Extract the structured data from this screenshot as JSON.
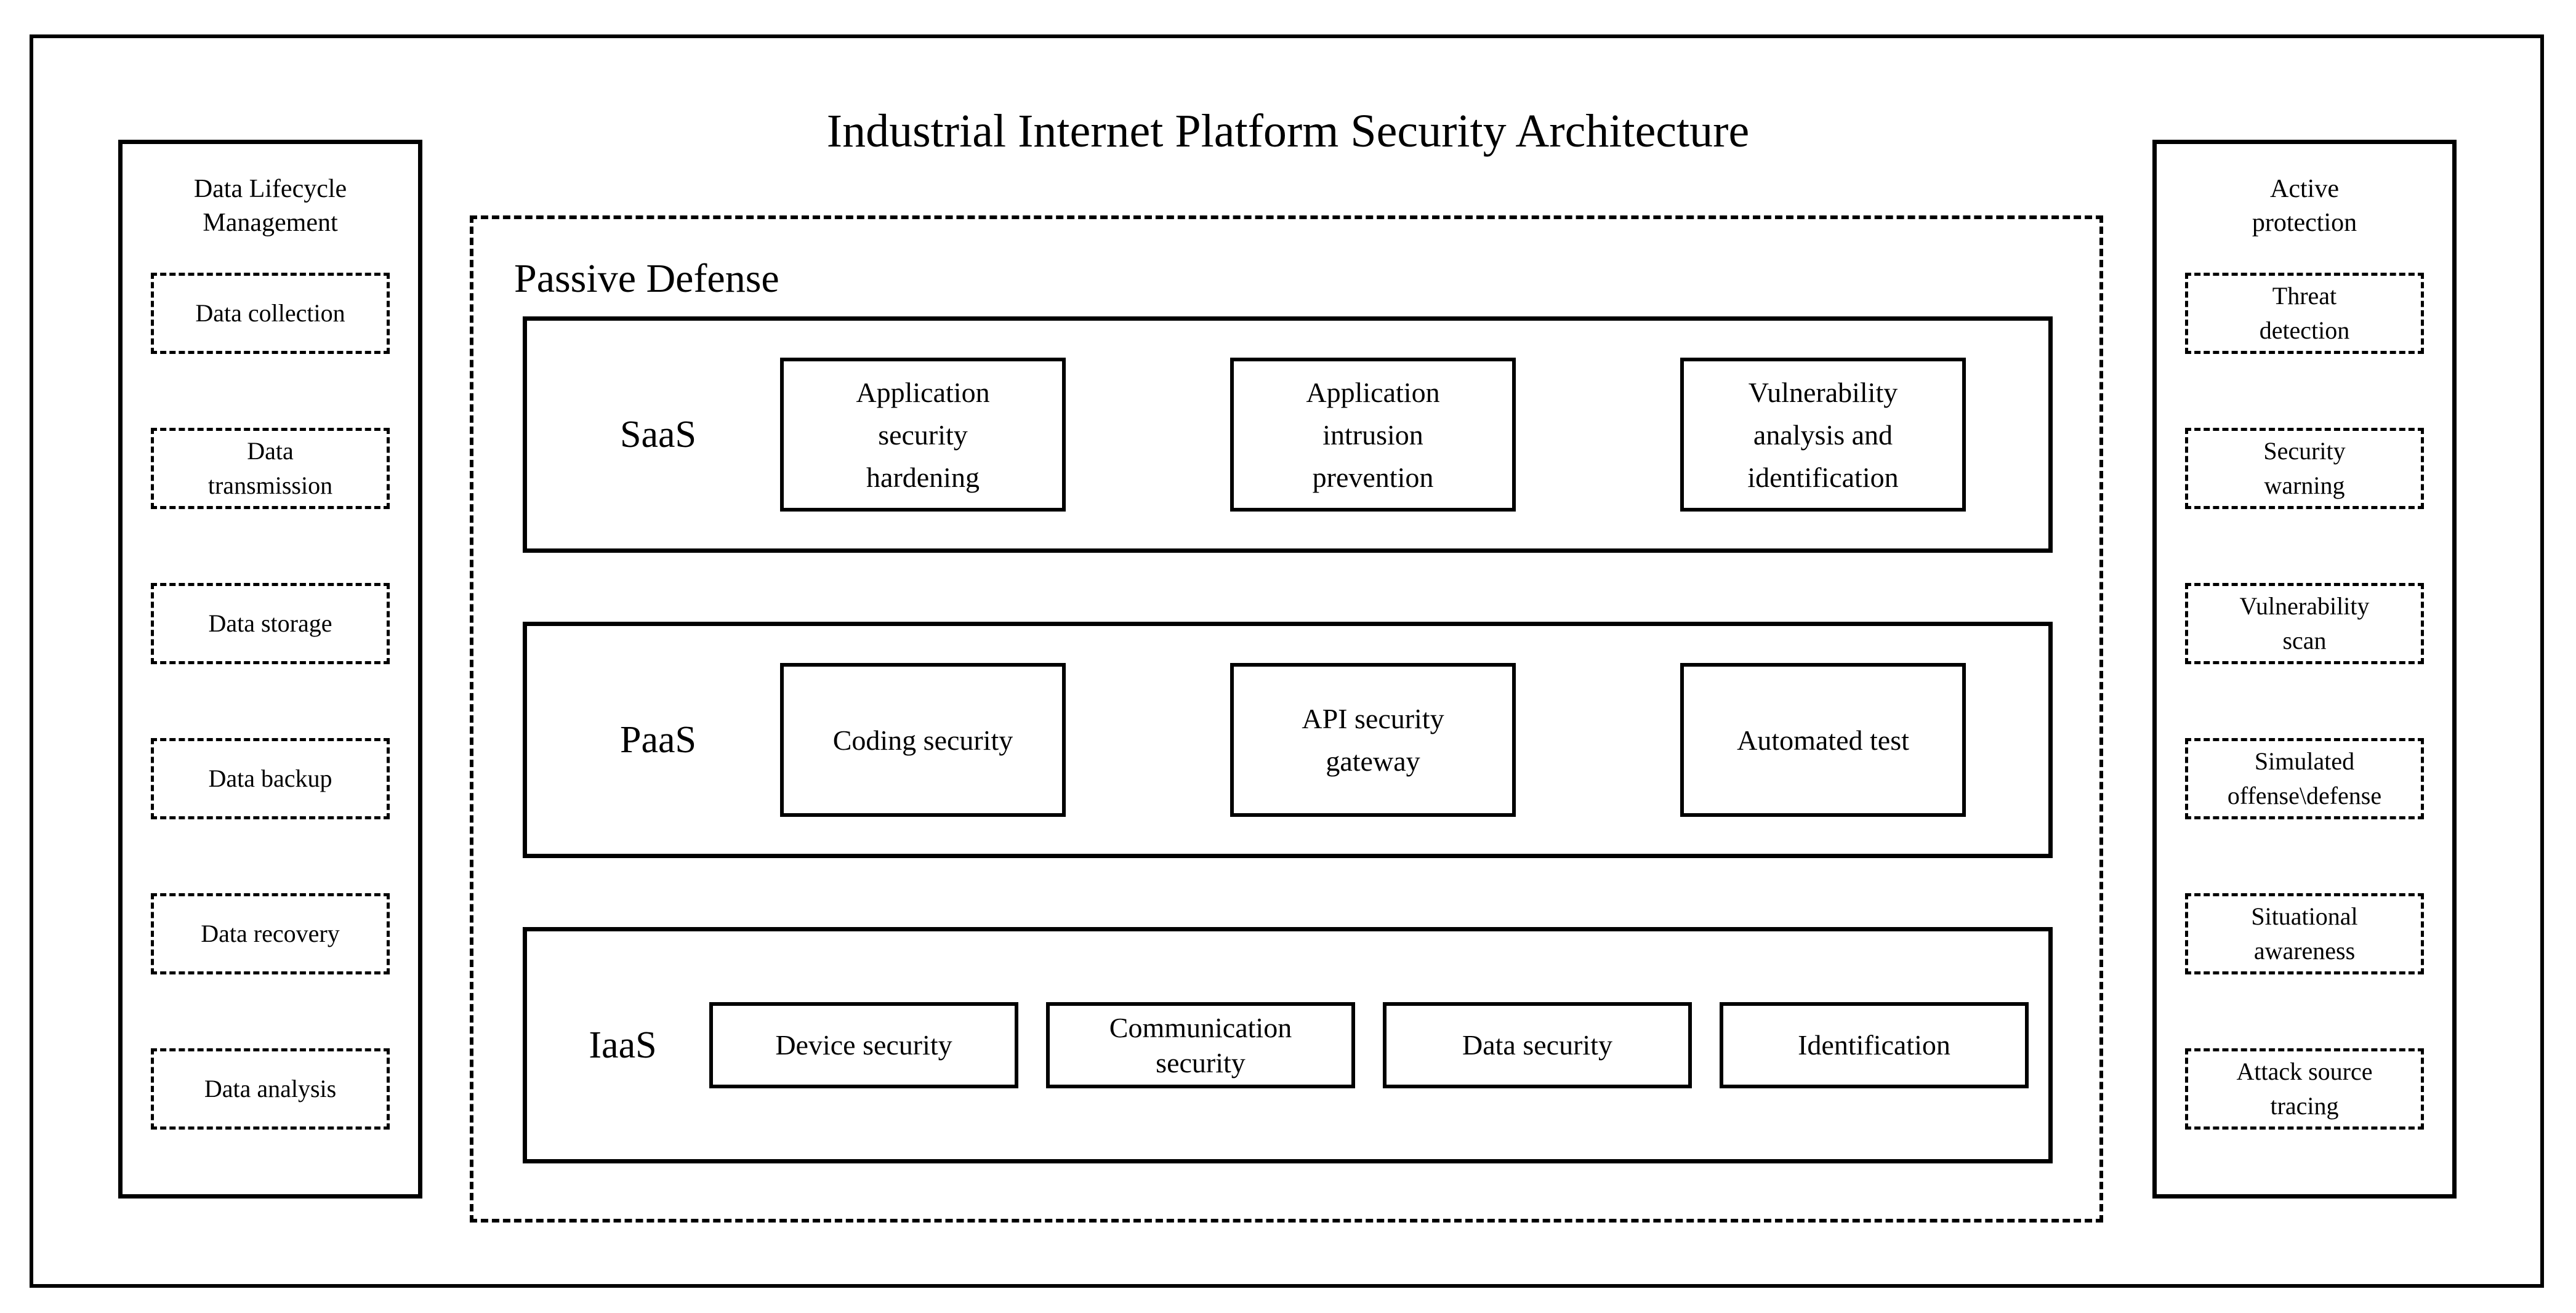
{
  "title": "Industrial Internet Platform Security Architecture",
  "colors": {
    "line": "#000000",
    "background": "#ffffff",
    "text": "#000000"
  },
  "left_panel": {
    "header": "Data Lifecycle\nManagement",
    "items": [
      "Data collection",
      "Data\ntransmission",
      "Data storage",
      "Data backup",
      "Data recovery",
      "Data analysis"
    ]
  },
  "passive_defense": {
    "label": "Passive Defense",
    "rows": [
      {
        "label": "SaaS",
        "boxes": [
          "Application\nsecurity\nhardening",
          "Application\nintrusion\nprevention",
          "Vulnerability\nanalysis and\nidentification"
        ]
      },
      {
        "label": "PaaS",
        "boxes": [
          "Coding security",
          "API security\ngateway",
          "Automated test"
        ]
      },
      {
        "label": "IaaS",
        "boxes": [
          "Device security",
          "Communication\nsecurity",
          "Data security",
          "Identification"
        ]
      }
    ]
  },
  "right_panel": {
    "header": "Active\nprotection",
    "items": [
      "Threat\ndetection",
      "Security\nwarning",
      "Vulnerability\nscan",
      "Simulated\noffense\\defense",
      "Situational\nawareness",
      "Attack source\ntracing"
    ]
  }
}
